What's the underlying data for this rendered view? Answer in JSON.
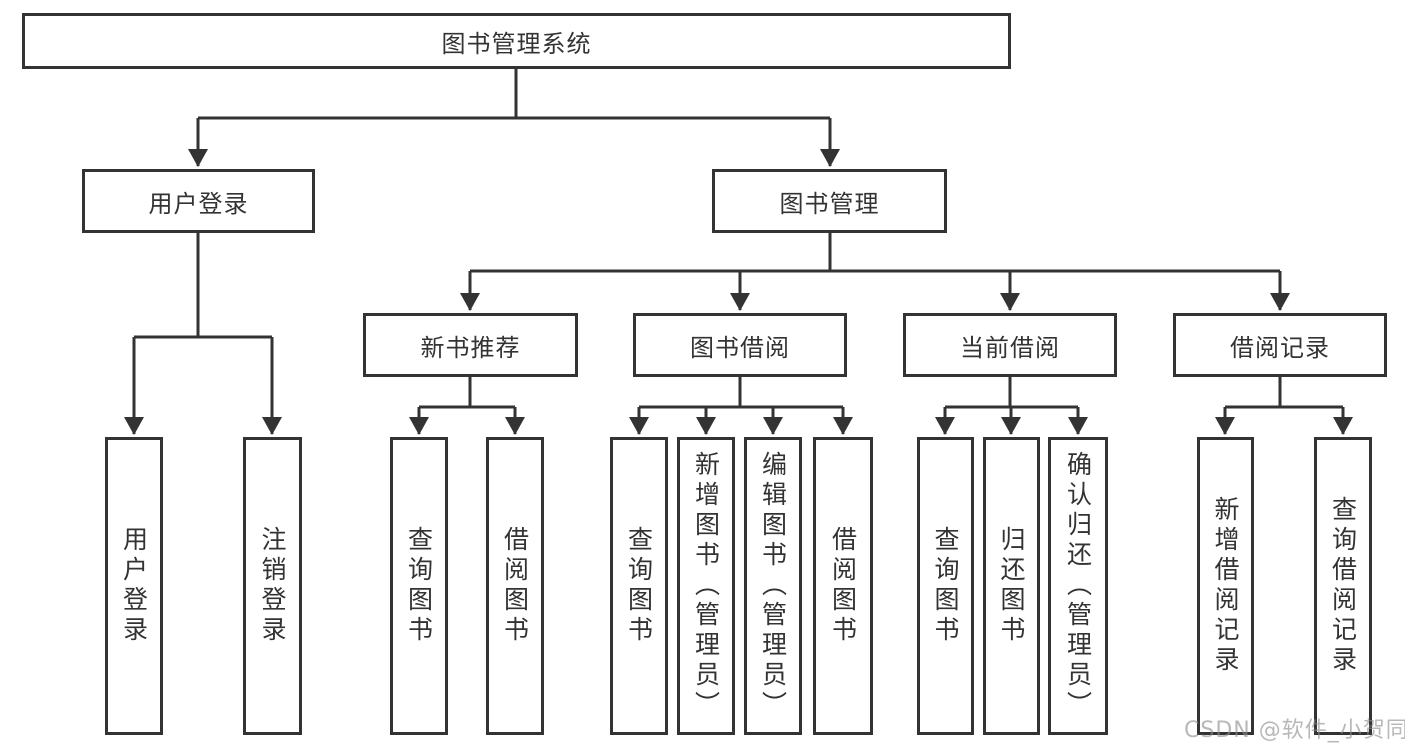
{
  "nodes": {
    "root": "图书管理系统",
    "level2": {
      "user_login": "用户登录",
      "book_mgmt": "图书管理"
    },
    "level3": {
      "new_book_rec": "新书推荐",
      "book_borrow": "图书借阅",
      "current_borrow": "当前借阅",
      "borrow_records": "借阅记录"
    },
    "leaves": {
      "user_login": "用户登录",
      "logout": "注销登录",
      "rec_query_book": "查询图书",
      "rec_borrow_book": "借阅图书",
      "bor_query_book": "查询图书",
      "bor_add_book": "新增图书（管理员）",
      "bor_edit_book": "编辑图书（管理员）",
      "bor_borrow_book": "借阅图书",
      "cur_query_book": "查询图书",
      "cur_return_book": "归还图书",
      "cur_confirm_return": "确认归还（管理员）",
      "recd_add_record": "新增借阅记录",
      "recd_query_record": "查询借阅记录"
    }
  },
  "watermark": {
    "text": "CSDN @软件_小贺同学"
  },
  "colors": {
    "line": "#333333",
    "text": "#333333",
    "background": "#ffffff",
    "watermark": "#8c8c8c"
  }
}
